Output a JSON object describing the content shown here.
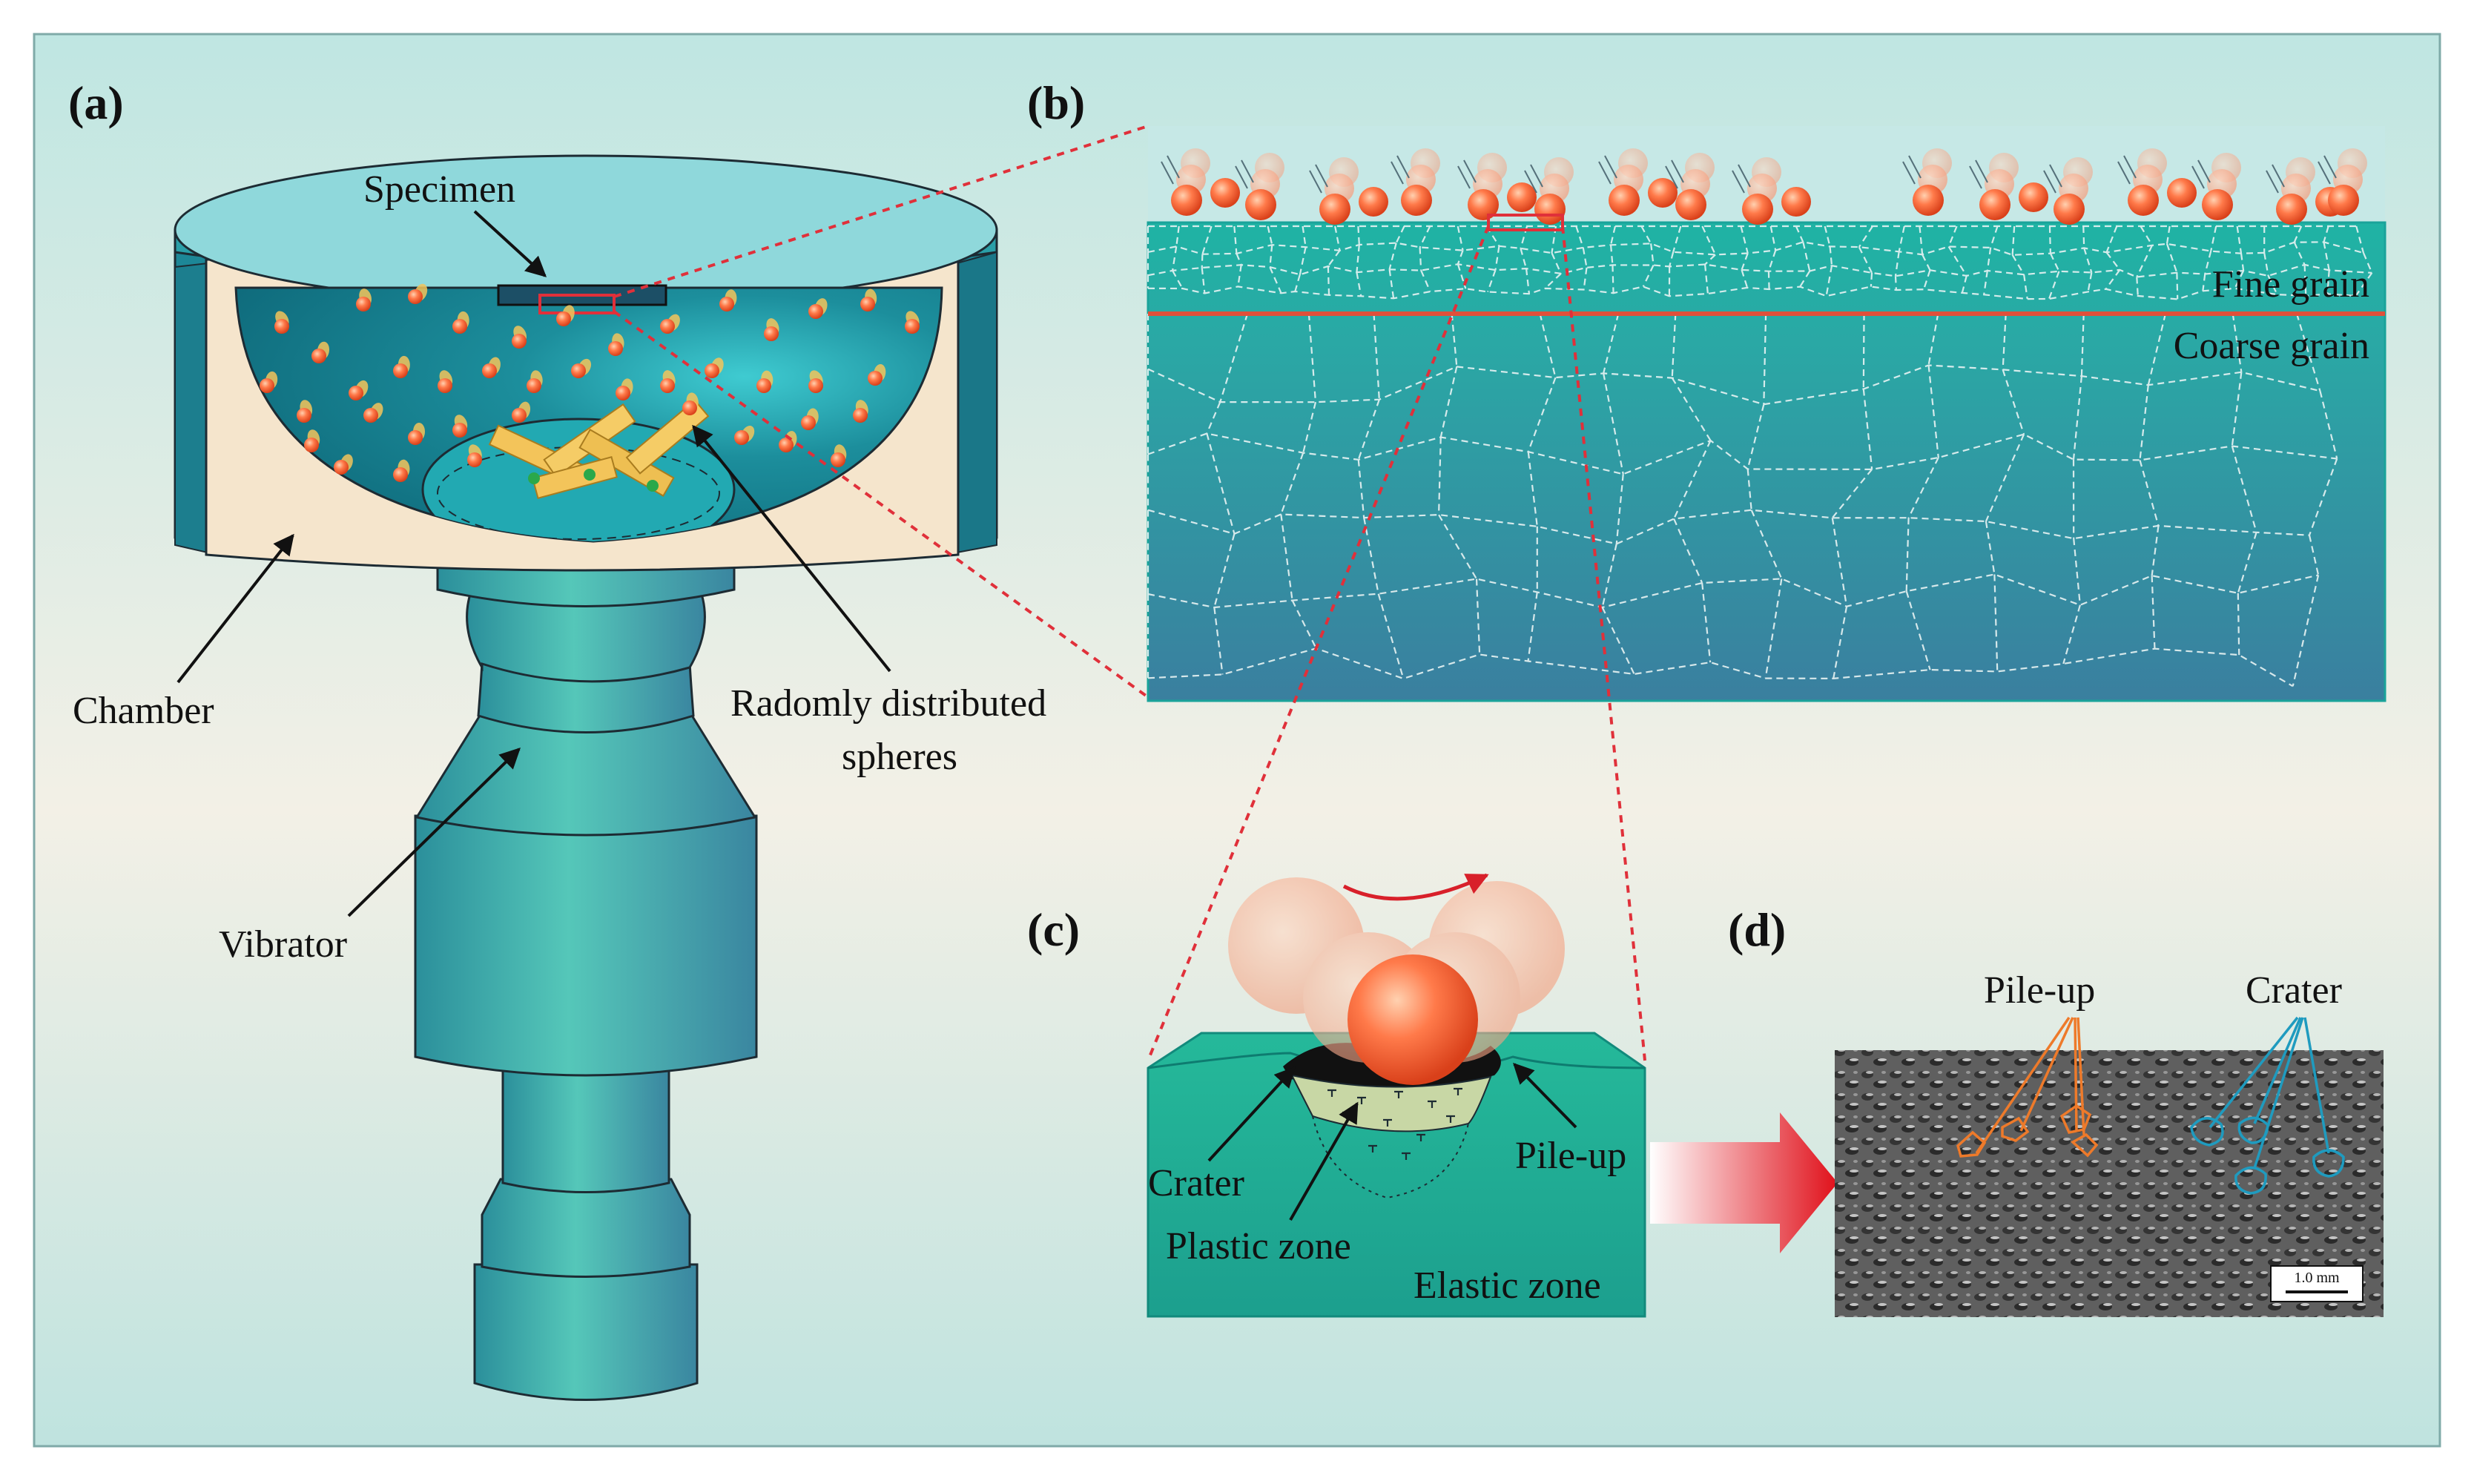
{
  "panels": {
    "a": "(a)",
    "b": "(b)",
    "c": "(c)",
    "d": "(d)"
  },
  "labels_a": {
    "specimen": "Specimen",
    "chamber": "Chamber",
    "spheres_line1": "Radomly distributed",
    "spheres_line2": "spheres",
    "vibrator": "Vibrator"
  },
  "labels_b": {
    "fine": "Fine grain",
    "coarse": "Coarse grain"
  },
  "labels_c": {
    "crater": "Crater",
    "pileup": "Pile-up",
    "plastic": "Plastic zone",
    "elastic": "Elastic zone"
  },
  "labels_d": {
    "pileup": "Pile-up",
    "crater": "Crater",
    "scale": "1.0 mm"
  },
  "colors": {
    "teal": "#2a9fa8",
    "sphere": "#ff7a4a",
    "guide": "#e0303a",
    "fine_line": "#e0503a"
  }
}
